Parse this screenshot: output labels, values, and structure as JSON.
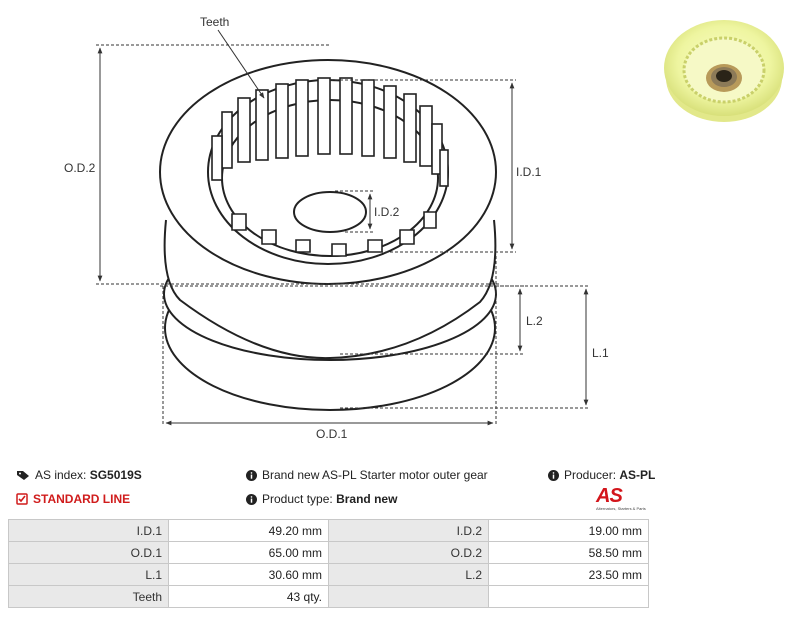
{
  "diagram": {
    "labels": {
      "teeth": "Teeth",
      "od2": "O.D.2",
      "id1": "I.D.1",
      "id2": "I.D.2",
      "l2": "L.2",
      "l1": "L.1",
      "od1": "O.D.1"
    }
  },
  "info": {
    "as_index_label": "AS index:",
    "as_index_value": "SG5019S",
    "standard_line": "STANDARD LINE",
    "description": "Brand new AS-PL Starter motor outer gear",
    "product_type_label": "Product type:",
    "product_type_value": "Brand new",
    "producer_label": "Producer:",
    "producer_value": "AS-PL"
  },
  "logo": {
    "mark": "AS",
    "tagline": "Alternators, Starters & Parts"
  },
  "specs": {
    "rows": [
      {
        "l1": "I.D.1",
        "v1": "49.20 mm",
        "l2": "I.D.2",
        "v2": "19.00 mm"
      },
      {
        "l1": "O.D.1",
        "v1": "65.00 mm",
        "l2": "O.D.2",
        "v2": "58.50 mm"
      },
      {
        "l1": "L.1",
        "v1": "30.60 mm",
        "l2": "L.2",
        "v2": "23.50 mm"
      },
      {
        "l1": "Teeth",
        "v1": "43 qty.",
        "l2": "",
        "v2": ""
      }
    ]
  },
  "icons": {
    "tag": "tag-icon",
    "check": "checkbox-icon",
    "info": "info-icon",
    "accent": "#d01c1c"
  }
}
